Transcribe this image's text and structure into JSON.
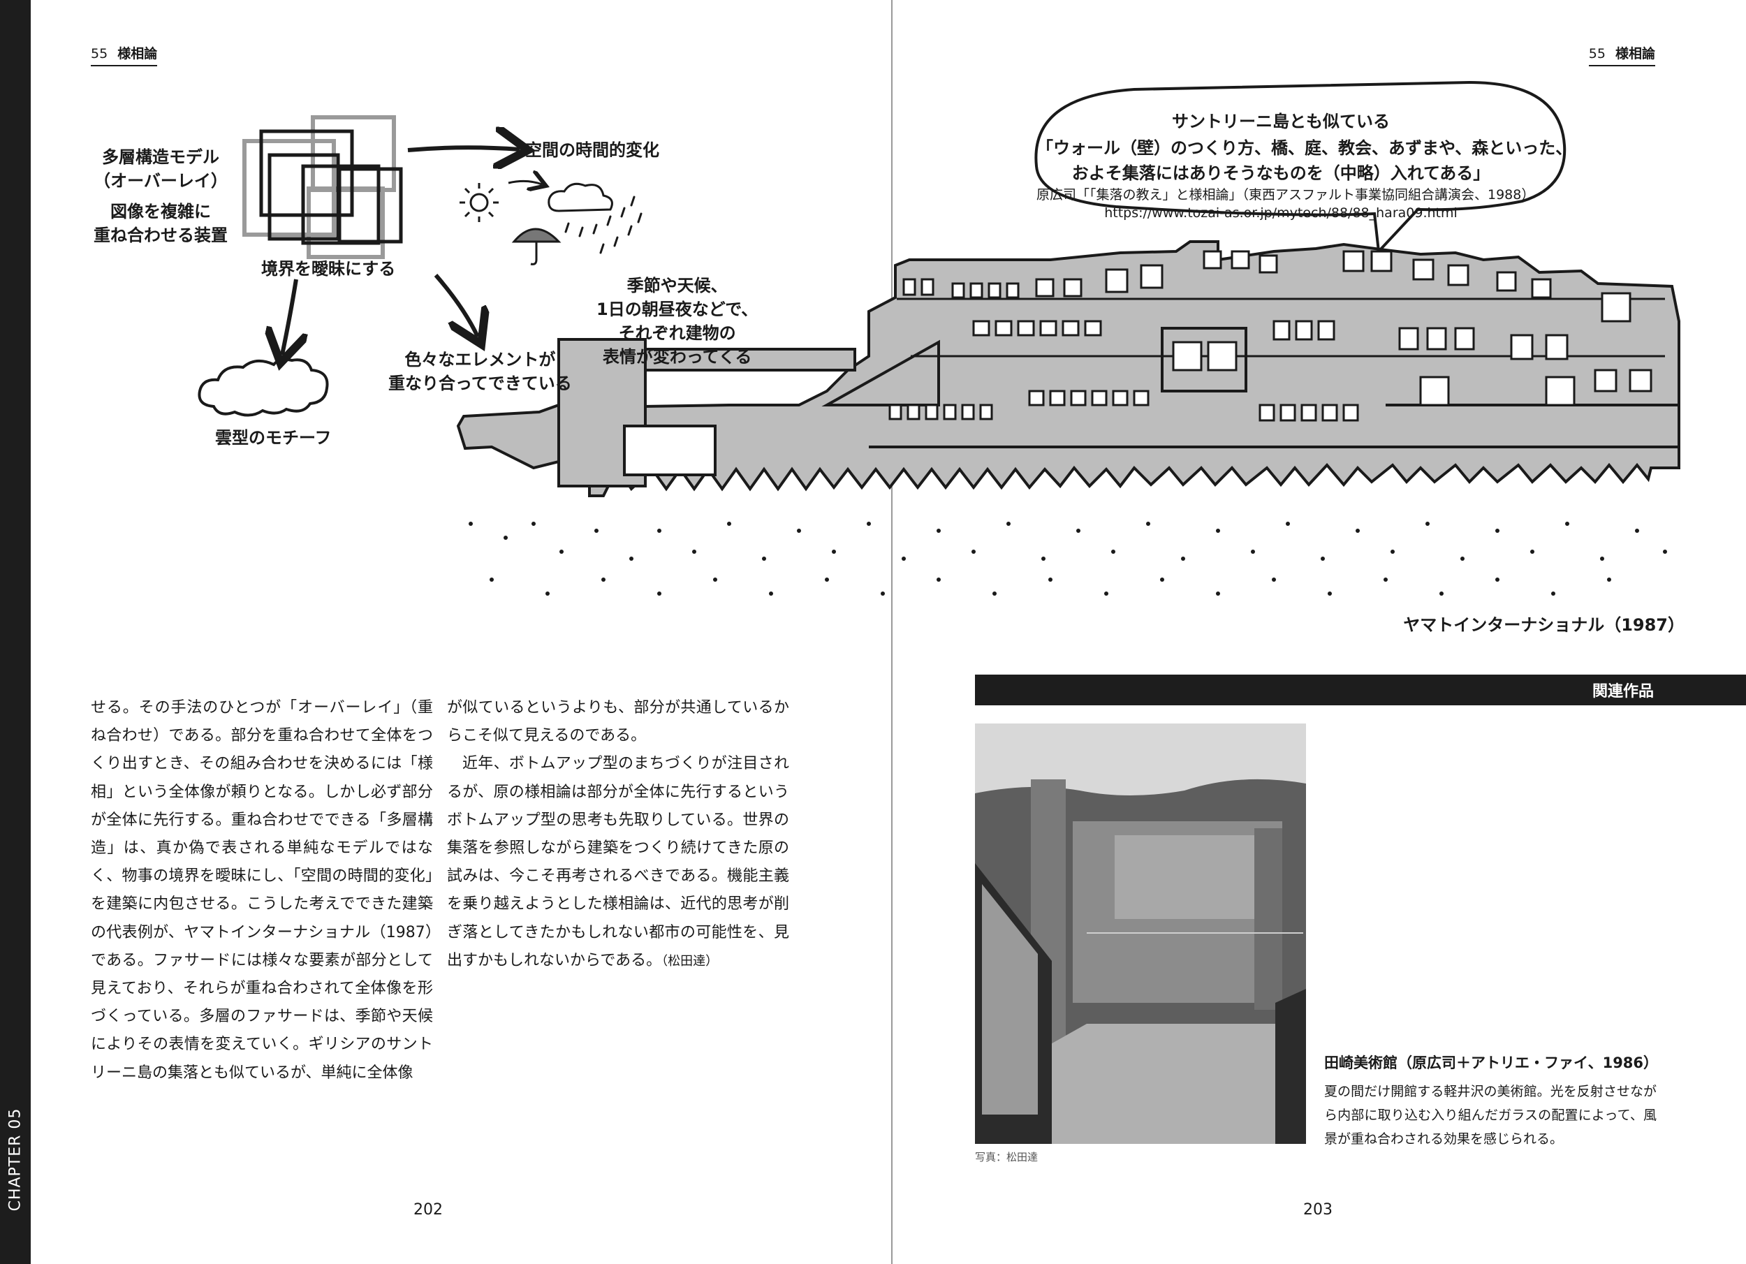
{
  "spine": {
    "chapter": "CHAPTER 05"
  },
  "left_page": {
    "running_head": {
      "number": "55",
      "title": "様相論"
    },
    "folio": "202"
  },
  "right_page": {
    "running_head": {
      "number": "55",
      "title": "様相論"
    },
    "folio": "203"
  },
  "illustration": {
    "labels": {
      "model_line1": "多層構造モデル",
      "model_line2": "（オーバーレイ）",
      "device_line1": "図像を複雑に",
      "device_line2": "重ね合わせる装置",
      "boundary": "境界を曖昧にする",
      "time_change": "空間の時間的変化",
      "season_line1": "季節や天候、",
      "season_line2": "1日の朝昼夜などで、",
      "season_line3": "それぞれ建物の",
      "season_line4": "表情が変わってくる",
      "elements_line1": "色々なエレメントが",
      "elements_line2": "重なり合ってできている",
      "cloud_motif": "雲型のモチーフ"
    },
    "bubble": {
      "title": "サントリーニ島とも似ている",
      "quote_line1": "「ウォール（壁）のつくり方、橋、庭、教会、あずまや、森といった、",
      "quote_line2": "およそ集落にはありそうなものを（中略）入れてある」",
      "source_line1": "原広司「「集落の教え」と様相論」（東西アスファルト事業協同組合講演会、1988）",
      "source_line2": "https://www.tozai-as.or.jp/mytech/88/88_hara09.html"
    },
    "caption": "ヤマトインターナショナル（1987）"
  },
  "body_text": {
    "column1": "せる。その手法のひとつが「オーバーレイ」（重ね合わせ）である。部分を重ね合わせて全体をつくり出すとき、その組み合わせを決めるには「様相」という全体像が頼りとなる。しかし必ず部分が全体に先行する。重ね合わせでできる「多層構造」は、真か偽で表される単純なモデルではなく、物事の境界を曖昧にし、「空間の時間的変化」を建築に内包させる。こうした考えでできた建築の代表例が、ヤマトインターナショナル（1987）である。ファサードには様々な要素が部分として見えており、それらが重ね合わされて全体像を形づくっている。多層のファサードは、季節や天候によりその表情を変えていく。ギリシアのサントリーニ島の集落とも似ているが、単純に全体像",
    "column2_p1": "が似ているというよりも、部分が共通しているからこそ似て見えるのである。",
    "column2_p2": "近年、ボトムアップ型のまちづくりが注目されるが、原の様相論は部分が全体に先行するというボトムアップ型の思考も先取りしている。世界の集落を参照しながら建築をつくり続けてきた原の試みは、今こそ再考されるべきである。機能主義を乗り越えようとした様相論は、近代的思考が削ぎ落としてきたかもしれない都市の可能性を、見出すかもしれないからである。",
    "author": "（松田達）"
  },
  "related": {
    "header": "関連作品",
    "photo_credit": "写真：松田達",
    "work_title": "田崎美術館（原広司＋アトリエ・ファイ、1986）",
    "work_description": "夏の間だけ開館する軽井沢の美術館。光を反射させながら内部に取り込む入り組んだガラスの配置によって、風景が重ね合わされる効果を感じられる。"
  }
}
